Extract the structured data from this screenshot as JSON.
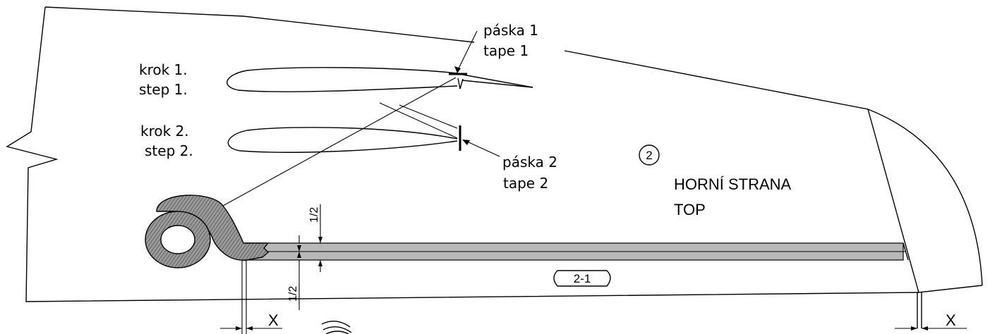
{
  "labels": {
    "step1_cz": "krok 1.",
    "step1_en": "step 1.",
    "step2_cz": "krok 2.",
    "step2_en": "step 2.",
    "tape1_cz": "páska 1",
    "tape1_en": "tape 1",
    "tape2_cz": "páska 2",
    "tape2_en": "tape 2",
    "side_cz": "HORNÍ STRANA",
    "side_en": "TOP",
    "part_number": "2",
    "strip_number": "2-1",
    "half_top": "1/2",
    "half_bottom": "1/2",
    "offset_left": "X",
    "offset_right": "X"
  },
  "colors": {
    "line": "#000000",
    "tape_fill": "#b8b8b8",
    "tape_hatch": "#555555"
  }
}
